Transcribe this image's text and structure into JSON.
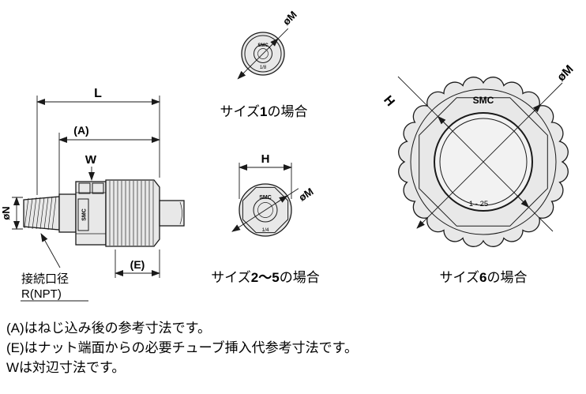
{
  "colors": {
    "line": "#1a1a1a",
    "metal_fill": "#e8e8e8",
    "background": "#ffffff"
  },
  "side_view": {
    "dim_L": "L",
    "dim_A": "(A)",
    "dim_W": "W",
    "dim_N": "øN",
    "dim_E": "(E)",
    "logo": "SMC",
    "port_label_line1": "接続口径",
    "port_label_line2": "R(NPT)"
  },
  "front_views": {
    "size1": {
      "logo": "SMC",
      "bore_label": "1/8",
      "dim_M": "øM",
      "caption_pre": "サイズ",
      "caption_size": "1",
      "caption_post": "の場合"
    },
    "size2_5": {
      "logo": "SMC",
      "bore_label": "1/4",
      "dim_H": "H",
      "dim_M": "øM",
      "caption_pre": "サイズ",
      "caption_size": "2～5",
      "caption_post": "の場合"
    },
    "size6": {
      "logo": "SMC",
      "bore_label": "1 - 25",
      "dim_H": "H",
      "dim_M": "øM",
      "caption_pre": "サイズ",
      "caption_size": "6",
      "caption_post": "の場合"
    }
  },
  "notes": [
    "(A)はねじ込み後の参考寸法です。",
    "(E)はナット端面からの必要チューブ挿入代参考寸法です。",
    "Wは対辺寸法です。"
  ]
}
